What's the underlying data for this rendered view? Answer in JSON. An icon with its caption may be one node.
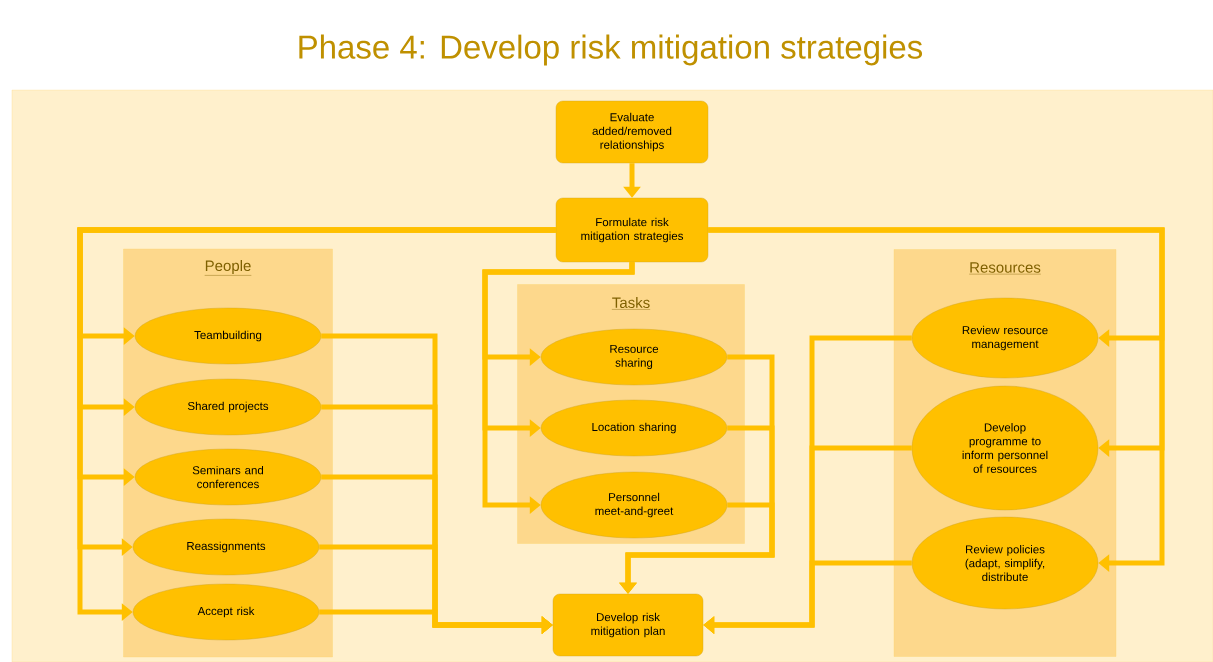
{
  "diagram": {
    "title": "Phase 4: Develop risk mitigation strategies",
    "nodes": [
      {
        "text": [
          "Evaluate added/removed relationships"
        ]
      },
      {
        "text": [
          "Formulate risk mitigation strategies"
        ]
      },
      {
        "text": [
          "People"
        ]
      },
      {
        "text": [
          "Teambuilding"
        ],
        "in": 2
      },
      {
        "text": [
          "Shared projects"
        ],
        "in": 2
      },
      {
        "text": [
          "Seminars and conferences"
        ],
        "in": 2
      },
      {
        "text": [
          "Reassignments"
        ],
        "in": 2
      },
      {
        "text": [
          "Accept risk"
        ],
        "in": 2
      },
      {
        "text": [
          "Tasks"
        ]
      },
      {
        "text": [
          "Resource sharing"
        ],
        "in": 8
      },
      {
        "text": [
          "Location sharing"
        ],
        "in": 8
      },
      {
        "text": [
          "Personnel meet-and-greet"
        ],
        "in": 8
      },
      {
        "text": [
          "Resources"
        ]
      },
      {
        "text": [
          "Review resource management"
        ],
        "in": 12
      },
      {
        "text": [
          "Develop programme to inform personnel of resources"
        ],
        "in": 12
      },
      {
        "text": [
          "Review policies (adapt, simplify, distribute"
        ],
        "in": 12
      },
      {
        "text": [
          "Develop risk mitigation plan"
        ]
      }
    ],
    "edges": [
      {
        "from": 0,
        "to": 1,
        "arrow": "to"
      },
      {
        "from": 1,
        "to": 3,
        "arrow": "to"
      },
      {
        "from": 1,
        "to": 4,
        "arrow": "to"
      },
      {
        "from": 1,
        "to": 5,
        "arrow": "to"
      },
      {
        "from": 1,
        "to": 6,
        "arrow": "to"
      },
      {
        "from": 1,
        "to": 7,
        "arrow": "to"
      },
      {
        "from": 1,
        "to": 9,
        "arrow": "to"
      },
      {
        "from": 1,
        "to": 10,
        "arrow": "to"
      },
      {
        "from": 1,
        "to": 11,
        "arrow": "to"
      },
      {
        "from": 1,
        "to": 13,
        "arrow": "to"
      },
      {
        "from": 1,
        "to": 14,
        "arrow": "to"
      },
      {
        "from": 1,
        "to": 15,
        "arrow": "to"
      },
      {
        "from": 3,
        "to": 16,
        "arrow": "to"
      },
      {
        "from": 4,
        "to": 16,
        "arrow": "to"
      },
      {
        "from": 5,
        "to": 16,
        "arrow": "to"
      },
      {
        "from": 6,
        "to": 16,
        "arrow": "to"
      },
      {
        "from": 7,
        "to": 16,
        "arrow": "to"
      },
      {
        "from": 9,
        "to": 16,
        "arrow": "to"
      },
      {
        "from": 10,
        "to": 16,
        "arrow": "to"
      },
      {
        "from": 11,
        "to": 16,
        "arrow": "to"
      },
      {
        "from": 13,
        "to": 16,
        "arrow": "to"
      },
      {
        "from": 14,
        "to": 16,
        "arrow": "to"
      },
      {
        "from": 15,
        "to": 16,
        "arrow": "to"
      }
    ]
  }
}
